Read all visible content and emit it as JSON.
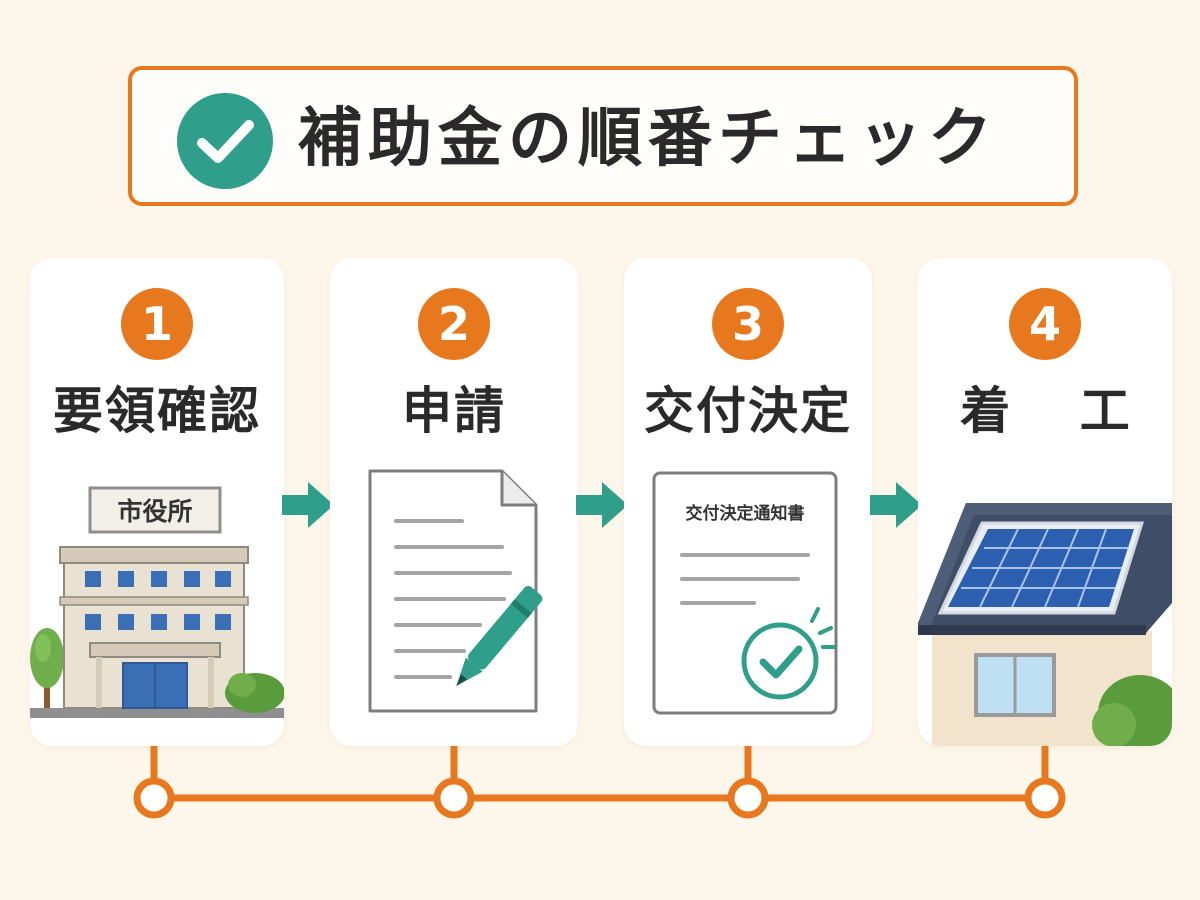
{
  "header": {
    "title": "補助金の順番チェック",
    "icon": "check-circle-icon",
    "accent_color": "#e8781e",
    "check_color": "#2f9e8b"
  },
  "steps": [
    {
      "number": "1",
      "label": "要領確認",
      "sign_text": "市役所",
      "icon": "city-hall-icon"
    },
    {
      "number": "2",
      "label": "申請",
      "icon": "application-document-icon"
    },
    {
      "number": "3",
      "label": "交付決定",
      "document_title": "交付決定通知書",
      "icon": "approval-notice-icon"
    },
    {
      "number": "4",
      "label": "着 工",
      "icon": "solar-house-icon"
    }
  ]
}
